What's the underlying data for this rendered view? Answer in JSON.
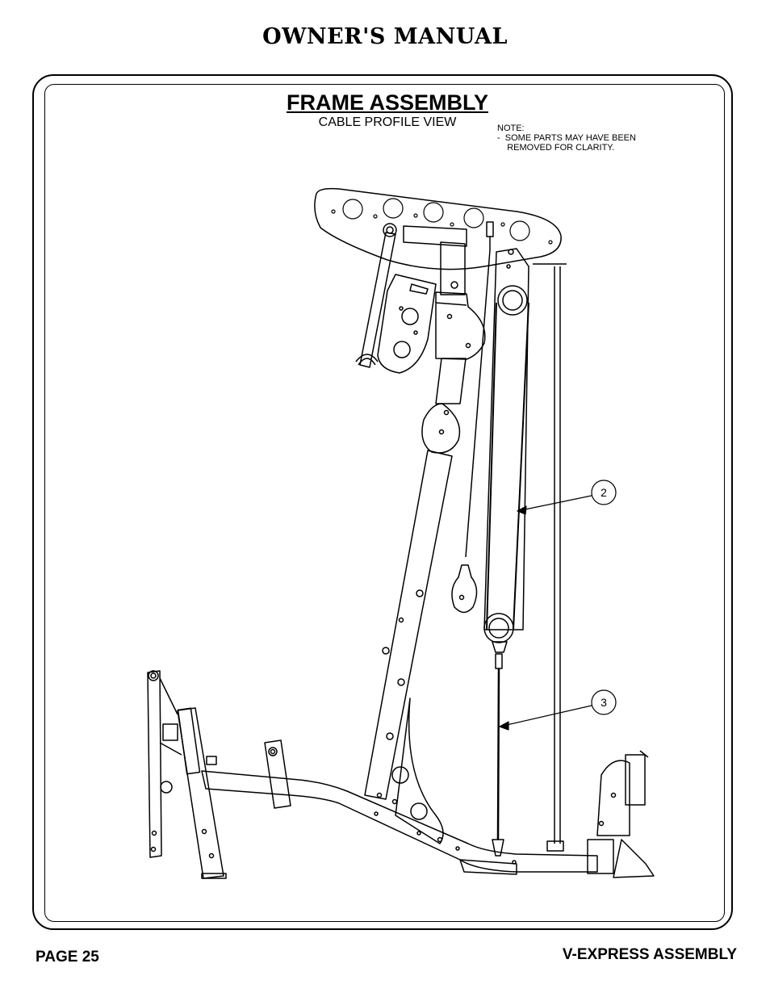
{
  "header": {
    "title": "OWNER'S MANUAL"
  },
  "section": {
    "title": "FRAME ASSEMBLY",
    "subtitle": "CABLE PROFILE VIEW"
  },
  "note": {
    "heading": "NOTE:",
    "text": "-  SOME PARTS MAY HAVE BEEN\n    REMOVED FOR CLARITY."
  },
  "callouts": [
    {
      "label": "2"
    },
    {
      "label": "3"
    }
  ],
  "footer": {
    "page": "PAGE 25",
    "document": "V-EXPRESS ASSEMBLY"
  }
}
